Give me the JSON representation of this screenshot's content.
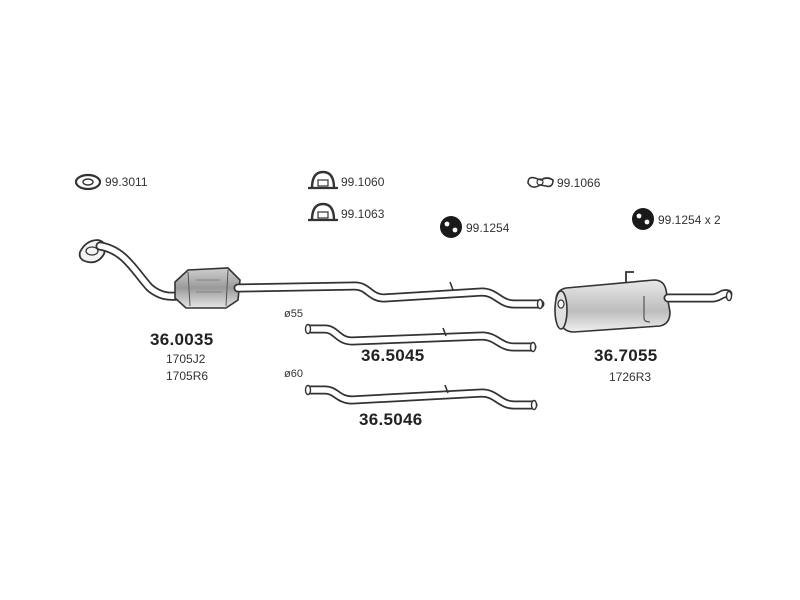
{
  "fittings": {
    "ring_clamp": "99.3011",
    "u_clamp_a": "99.1060",
    "u_clamp_b": "99.1063",
    "flange_gasket": "99.1066",
    "hanger_a": "99.1254",
    "hanger_b": "99.1254 x 2"
  },
  "parts": {
    "catalyst": {
      "number": "36.0035",
      "ref1": "1705J2",
      "ref2": "1705R6"
    },
    "pipe_55": {
      "diameter": "ø55",
      "number": "36.5045"
    },
    "pipe_60": {
      "diameter": "ø60",
      "number": "36.5046"
    },
    "muffler": {
      "number": "36.7055",
      "ref1": "1726R3"
    }
  },
  "colors": {
    "line": "#333333",
    "fill": "#d6d6d6",
    "dark": "#1a1a1a"
  }
}
